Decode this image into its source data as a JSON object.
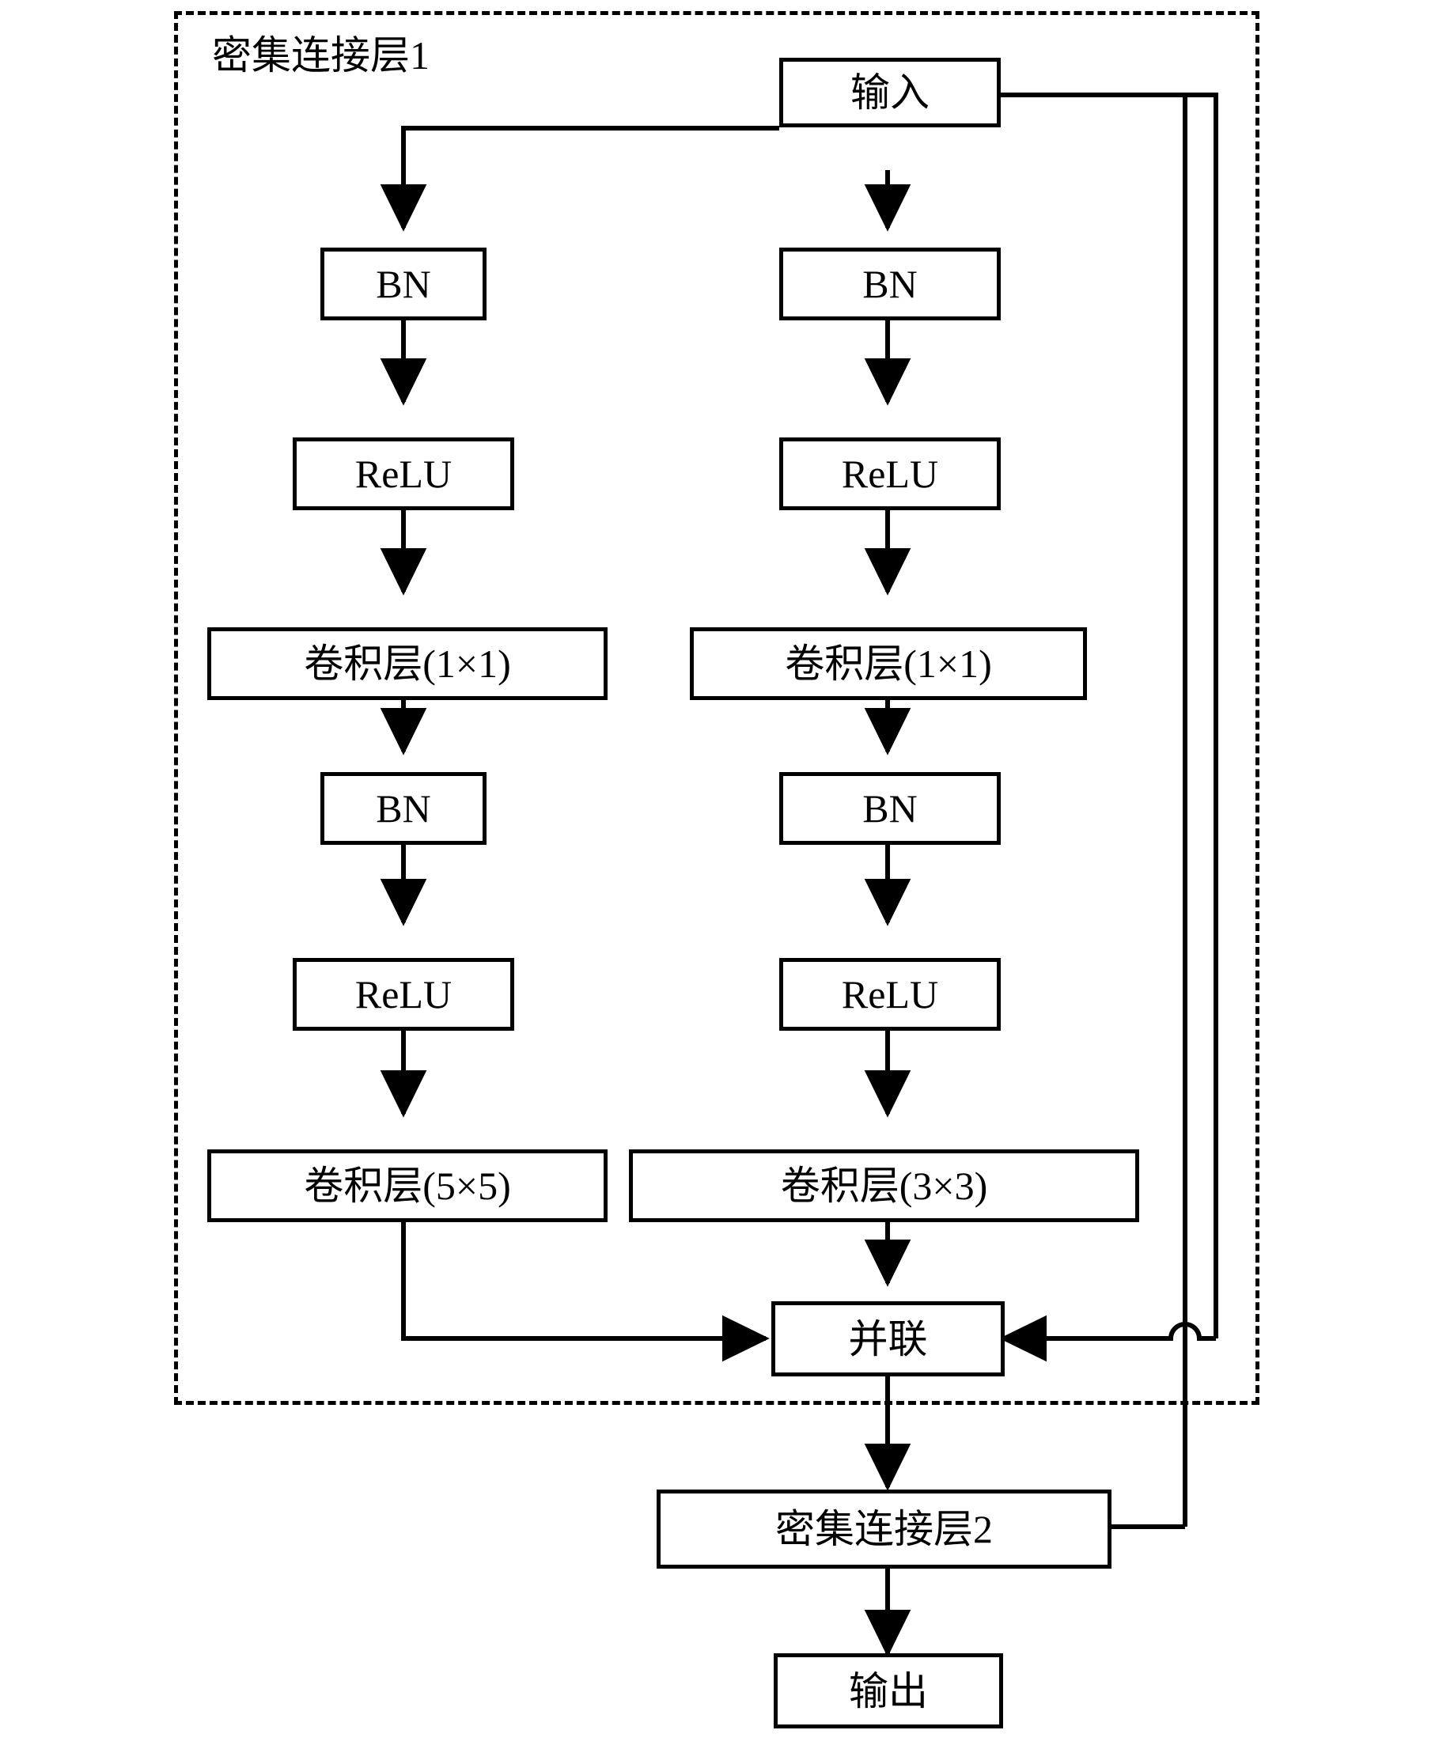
{
  "diagram": {
    "title": "密集连接层1",
    "type": "neural-network-architecture-flowchart",
    "colors": {
      "stroke": "#000000",
      "fill": "#ffffff",
      "text": "#000000"
    },
    "group_box": {
      "label": "密集连接层1",
      "style": "dashed"
    },
    "nodes": {
      "input": "输入",
      "left_bn1": "BN",
      "left_relu1": "ReLU",
      "left_conv1": "卷积层(1×1)",
      "left_bn2": "BN",
      "left_relu2": "ReLU",
      "left_conv2": "卷积层(5×5)",
      "right_bn1": "BN",
      "right_relu1": "ReLU",
      "right_conv1": "卷积层(1×1)",
      "right_bn2": "BN",
      "right_relu2": "ReLU",
      "right_conv2": "卷积层(3×3)",
      "concat": "并联",
      "dense_block2": "密集连接层2",
      "output": "输出"
    },
    "edges": [
      {
        "from": "输入",
        "to": "BN",
        "branch": "left"
      },
      {
        "from": "BN",
        "to": "ReLU",
        "branch": "left"
      },
      {
        "from": "ReLU",
        "to": "卷积层(1×1)",
        "branch": "left"
      },
      {
        "from": "卷积层(1×1)",
        "to": "BN",
        "branch": "left"
      },
      {
        "from": "BN",
        "to": "ReLU",
        "branch": "left"
      },
      {
        "from": "ReLU",
        "to": "卷积层(5×5)",
        "branch": "left"
      },
      {
        "from": "卷积层(5×5)",
        "to": "并联",
        "branch": "left"
      },
      {
        "from": "输入",
        "to": "BN",
        "branch": "right"
      },
      {
        "from": "BN",
        "to": "ReLU",
        "branch": "right"
      },
      {
        "from": "ReLU",
        "to": "卷积层(1×1)",
        "branch": "right"
      },
      {
        "from": "卷积层(1×1)",
        "to": "BN",
        "branch": "right"
      },
      {
        "from": "BN",
        "to": "ReLU",
        "branch": "right"
      },
      {
        "from": "ReLU",
        "to": "卷积层(3×3)",
        "branch": "right"
      },
      {
        "from": "卷积层(3×3)",
        "to": "并联",
        "branch": "right"
      },
      {
        "from": "输入",
        "to": "并联",
        "branch": "skip"
      },
      {
        "from": "输入",
        "to": "密集连接层2",
        "branch": "skip"
      },
      {
        "from": "并联",
        "to": "密集连接层2",
        "branch": "main"
      },
      {
        "from": "密集连接层2",
        "to": "输出",
        "branch": "main"
      }
    ]
  }
}
